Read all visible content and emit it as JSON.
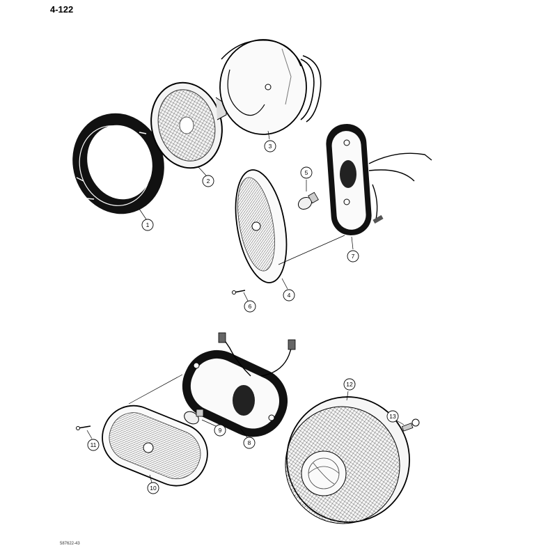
{
  "page": {
    "number": "4-122",
    "code": "587622-43"
  },
  "callouts": [
    {
      "id": "callout-1",
      "label": "1"
    },
    {
      "id": "callout-2",
      "label": "2"
    },
    {
      "id": "callout-3",
      "label": "3"
    },
    {
      "id": "callout-4",
      "label": "4"
    },
    {
      "id": "callout-5",
      "label": "5"
    },
    {
      "id": "callout-6",
      "label": "6"
    },
    {
      "id": "callout-7",
      "label": "7"
    },
    {
      "id": "callout-8",
      "label": "8"
    },
    {
      "id": "callout-9",
      "label": "9"
    },
    {
      "id": "callout-10",
      "label": "10"
    },
    {
      "id": "callout-11",
      "label": "11"
    },
    {
      "id": "callout-12",
      "label": "12"
    },
    {
      "id": "callout-13",
      "label": "13"
    }
  ]
}
